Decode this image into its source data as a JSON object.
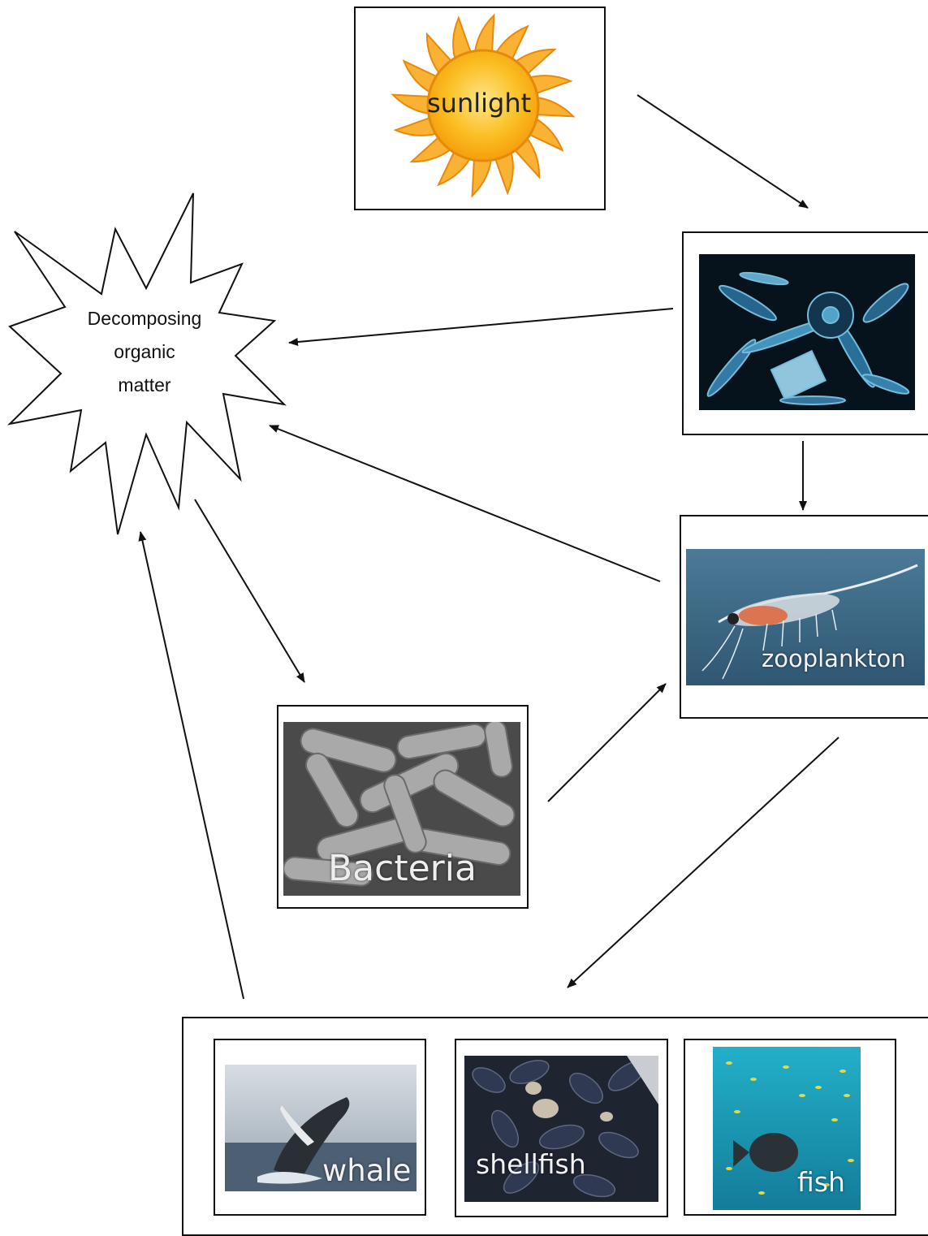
{
  "nodes": {
    "sunlight": {
      "label": "sunlight"
    },
    "decomposing": {
      "line1": "Decomposing",
      "line2": "organic",
      "line3": "matter"
    },
    "phytoplankton": {
      "label": ""
    },
    "zooplankton": {
      "label": "zooplankton"
    },
    "bacteria": {
      "label": "Bacteria"
    },
    "consumers": {
      "whale": {
        "label": "whale"
      },
      "shellfish": {
        "label": "shellfish"
      },
      "fish": {
        "label": "fish"
      }
    }
  },
  "edges": [
    {
      "from": "sunlight",
      "to": "phytoplankton"
    },
    {
      "from": "phytoplankton",
      "to": "decomposing"
    },
    {
      "from": "phytoplankton",
      "to": "zooplankton"
    },
    {
      "from": "zooplankton",
      "to": "decomposing"
    },
    {
      "from": "decomposing",
      "to": "bacteria"
    },
    {
      "from": "bacteria",
      "to": "zooplankton"
    },
    {
      "from": "zooplankton",
      "to": "consumers"
    },
    {
      "from": "consumers",
      "to": "decomposing"
    }
  ],
  "colors": {
    "line": "#111111",
    "sun_outer": "#f7a81b",
    "sun_inner": "#fbc531",
    "zoo_bg": "#3e6a8a",
    "fish_bg": "#1a9bb8"
  }
}
